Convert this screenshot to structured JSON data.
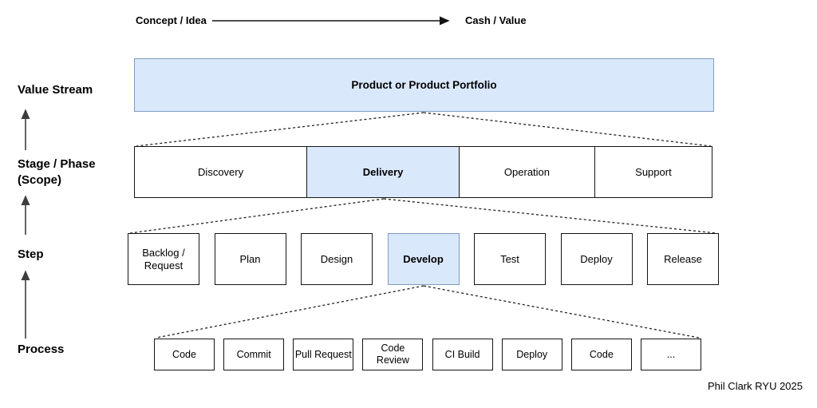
{
  "header": {
    "left_label": "Concept / Idea",
    "right_label": "Cash / Value"
  },
  "levels": {
    "value_stream": "Value Stream",
    "stage_line1": "Stage / Phase",
    "stage_line2": "(Scope)",
    "step": "Step",
    "process": "Process"
  },
  "rows": {
    "value_stream": {
      "label": "Product or Product Portfolio",
      "highlight": true
    },
    "stages": [
      {
        "label": "Discovery",
        "highlight": false
      },
      {
        "label": "Delivery",
        "highlight": true
      },
      {
        "label": "Operation",
        "highlight": false
      },
      {
        "label": "Support",
        "highlight": false
      }
    ],
    "steps": [
      {
        "label": "Backlog / Request",
        "highlight": false
      },
      {
        "label": "Plan",
        "highlight": false
      },
      {
        "label": "Design",
        "highlight": false
      },
      {
        "label": "Develop",
        "highlight": true
      },
      {
        "label": "Test",
        "highlight": false
      },
      {
        "label": "Deploy",
        "highlight": false
      },
      {
        "label": "Release",
        "highlight": false
      }
    ],
    "processes": [
      {
        "label": "Code"
      },
      {
        "label": "Commit"
      },
      {
        "label": "Pull Request"
      },
      {
        "label": "Code Review"
      },
      {
        "label": "CI Build"
      },
      {
        "label": "Deploy"
      },
      {
        "label": "Code"
      },
      {
        "label": "..."
      }
    ]
  },
  "credit": "Phil Clark RYU 2025",
  "colors": {
    "highlight_fill": "#dae8fc",
    "highlight_border": "#7f9cc1",
    "box_border": "#141414",
    "connector": "#222222",
    "arrow": "#3d3d3d"
  }
}
